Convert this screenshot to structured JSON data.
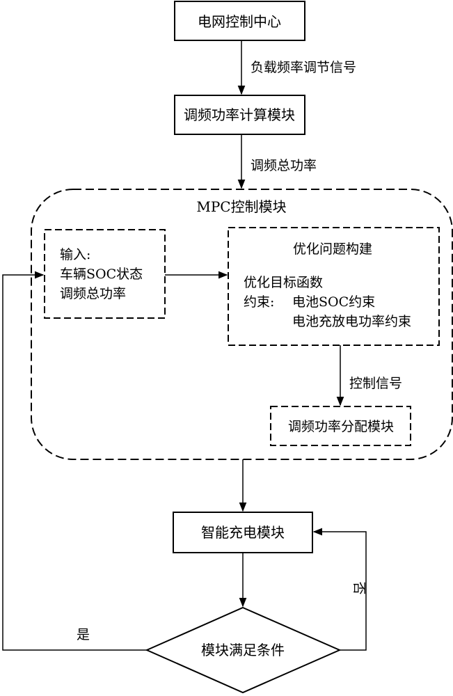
{
  "nodes": {
    "grid_center": "电网控制中心",
    "calc_module": "调频功率计算模块",
    "mpc_module": "MPC控制模块",
    "input_title": "输入:",
    "input_soc": "车辆SOC状态",
    "input_power": "调频总功率",
    "opt_title": "优化问题构建",
    "opt_objective": "优化目标函数",
    "opt_constraint_label": "约束:",
    "opt_constraint_soc": "电池SOC约束",
    "opt_constraint_power": "电池充放电功率约束",
    "dispatch_module": "调频功率分配模块",
    "smart_charging": "智能充电模块",
    "condition": "模块满足条件"
  },
  "edges": {
    "load_freq_signal": "负载频率调节信号",
    "total_power": "调频总功率",
    "control_signal": "控制信号",
    "yes": "是",
    "no": "否"
  }
}
